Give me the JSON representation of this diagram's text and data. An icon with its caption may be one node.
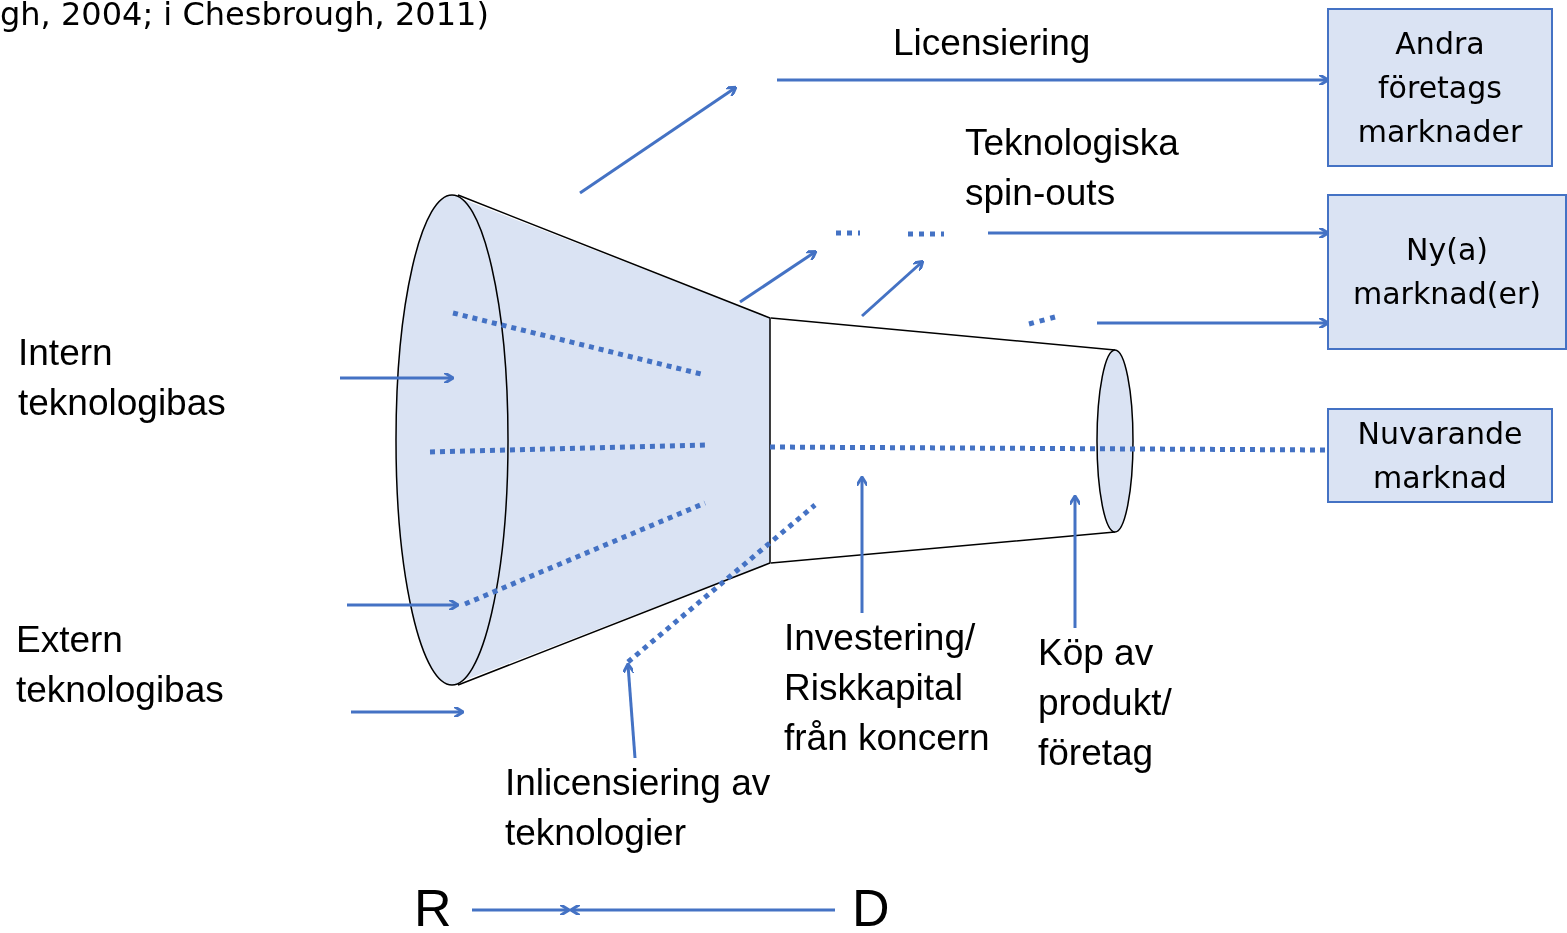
{
  "diagram": {
    "nodes": [
      {
        "text": [],
        "shape": "funnel"
      },
      {
        "text": [
          "Andra företags marknader"
        ]
      },
      {
        "text": [
          "Ny(a) marknad(er)"
        ]
      },
      {
        "text": [
          "Nuvarande marknad"
        ]
      },
      {
        "text": [
          "Intern teknologibas"
        ]
      },
      {
        "text": [
          "Extern teknologibas"
        ]
      },
      {
        "text": [
          "Inlicensiering av teknologier"
        ]
      },
      {
        "text": [
          "Investering/ Riskkapital från koncern"
        ]
      },
      {
        "text": [
          "Köp av produkt/ företag"
        ]
      },
      {
        "text": [],
        "shape": "cone"
      }
    ],
    "edges": [
      {
        "from": null,
        "to": 0,
        "arrow": "to"
      },
      {
        "from": null,
        "to": 0,
        "arrow": "to"
      },
      {
        "from": null,
        "to": 0,
        "arrow": "to"
      },
      {
        "from": 0,
        "to": null,
        "arrow": "to"
      },
      {
        "from": null,
        "to": 1,
        "arrow": "to",
        "label": "Licensiering"
      },
      {
        "from": 0,
        "to": null,
        "arrow": "to"
      },
      {
        "from": 9,
        "to": null,
        "arrow": "to"
      },
      {
        "from": null,
        "to": 2,
        "arrow": "to",
        "label": "Teknologiska spin-outs"
      },
      {
        "from": 9,
        "to": 2,
        "arrow": "to"
      },
      {
        "from": 9,
        "to": 3,
        "arrow": "none",
        "style": "dashed"
      },
      {
        "from": 6,
        "to": 0,
        "arrow": "to"
      },
      {
        "from": 7,
        "to": 9,
        "arrow": "to"
      },
      {
        "from": 8,
        "to": 9,
        "arrow": "to"
      },
      {
        "from": 0,
        "to": 9,
        "arrow": "none",
        "style": "dashed"
      }
    ],
    "labels": [
      "gh, 2004; i Chesbrough, 2011)",
      "R",
      "D"
    ]
  }
}
